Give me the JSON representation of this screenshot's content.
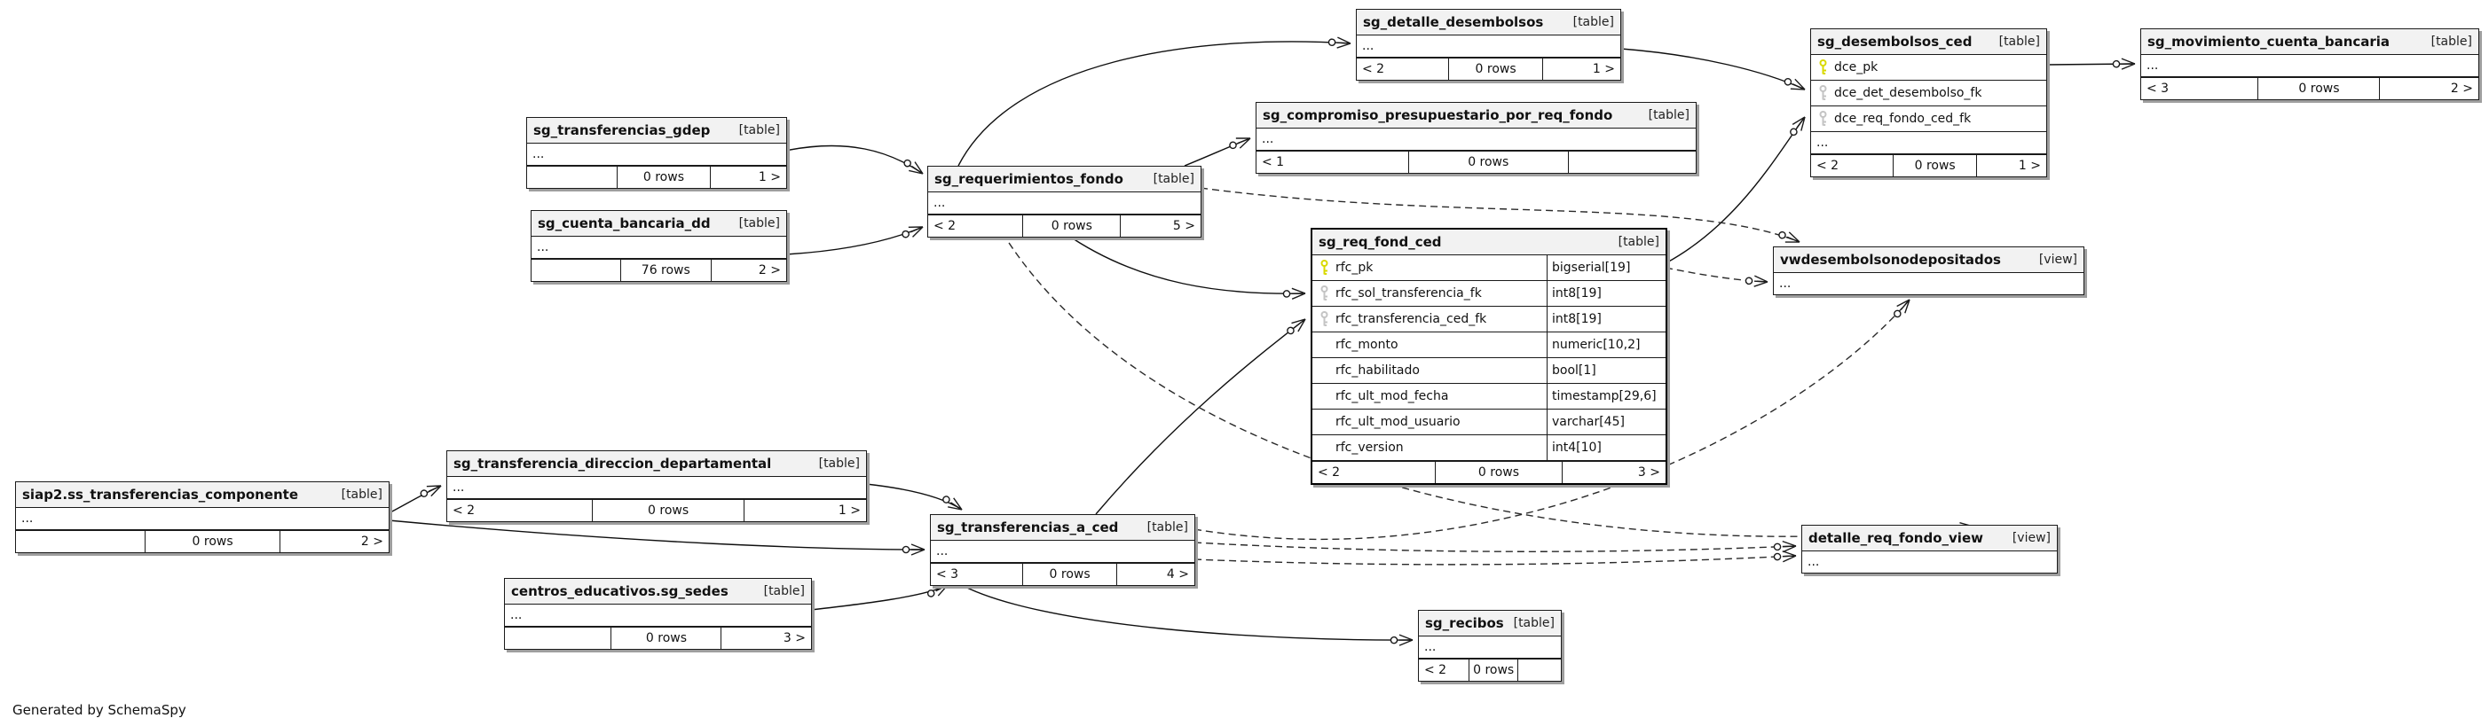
{
  "diagram": {
    "generator_note": "Generated by SchemaSpy",
    "colors": {
      "primary_key": "#d9d900",
      "foreign_key": "#c4c4c4",
      "header_bg": "#f2f2f2",
      "border": "#1a1a1a",
      "shadow": "#9e9e9e"
    },
    "nodes": [
      {
        "id": "sg_detalle_desembolsos",
        "title": "sg_detalle_desembolsos",
        "badge": "[table]",
        "ellipsis": "...",
        "footer": {
          "left": "< 2",
          "center": "0 rows",
          "right": "1 >"
        }
      },
      {
        "id": "sg_desembolsos_ced",
        "title": "sg_desembolsos_ced",
        "badge": "[table]",
        "columns": [
          {
            "name": "dce_pk",
            "key": "pk"
          },
          {
            "name": "dce_det_desembolso_fk",
            "key": "fk"
          },
          {
            "name": "dce_req_fondo_ced_fk",
            "key": "fk"
          }
        ],
        "ellipsis": "...",
        "footer": {
          "left": "< 2",
          "center": "0 rows",
          "right": "1 >"
        }
      },
      {
        "id": "sg_movimiento_cuenta_bancaria",
        "title": "sg_movimiento_cuenta_bancaria",
        "badge": "[table]",
        "ellipsis": "...",
        "footer": {
          "left": "< 3",
          "center": "0 rows",
          "right": "2 >"
        }
      },
      {
        "id": "sg_compromiso_presupuestario_por_req_fondo",
        "title": "sg_compromiso_presupuestario_por_req_fondo",
        "badge": "[table]",
        "ellipsis": "...",
        "footer": {
          "left": "< 1",
          "center": "0 rows",
          "right": ""
        }
      },
      {
        "id": "sg_transferencias_gdep",
        "title": "sg_transferencias_gdep",
        "badge": "[table]",
        "ellipsis": "...",
        "footer": {
          "left": "",
          "center": "0 rows",
          "right": "1 >"
        }
      },
      {
        "id": "sg_cuenta_bancaria_dd",
        "title": "sg_cuenta_bancaria_dd",
        "badge": "[table]",
        "ellipsis": "...",
        "footer": {
          "left": "",
          "center": "76 rows",
          "right": "2 >"
        }
      },
      {
        "id": "sg_requerimientos_fondo",
        "title": "sg_requerimientos_fondo",
        "badge": "[table]",
        "ellipsis": "...",
        "footer": {
          "left": "< 2",
          "center": "0 rows",
          "right": "5 >"
        }
      },
      {
        "id": "sg_req_fond_ced",
        "title": "sg_req_fond_ced",
        "badge": "[table]",
        "focal": true,
        "columns": [
          {
            "name": "rfc_pk",
            "type": "bigserial[19]",
            "key": "pk"
          },
          {
            "name": "rfc_sol_transferencia_fk",
            "type": "int8[19]",
            "key": "fk"
          },
          {
            "name": "rfc_transferencia_ced_fk",
            "type": "int8[19]",
            "key": "fk"
          },
          {
            "name": "rfc_monto",
            "type": "numeric[10,2]"
          },
          {
            "name": "rfc_habilitado",
            "type": "bool[1]"
          },
          {
            "name": "rfc_ult_mod_fecha",
            "type": "timestamp[29,6]"
          },
          {
            "name": "rfc_ult_mod_usuario",
            "type": "varchar[45]"
          },
          {
            "name": "rfc_version",
            "type": "int4[10]"
          }
        ],
        "footer": {
          "left": "< 2",
          "center": "0 rows",
          "right": "3 >"
        }
      },
      {
        "id": "vwdesembolsonodepositados",
        "title": "vwdesembolsonodepositados",
        "badge": "[view]",
        "ellipsis": "..."
      },
      {
        "id": "siap2.ss_transferencias_componente",
        "title": "siap2.ss_transferencias_componente",
        "badge": "[table]",
        "ellipsis": "...",
        "footer": {
          "left": "",
          "center": "0 rows",
          "right": "2 >"
        }
      },
      {
        "id": "sg_transferencia_direccion_departamental",
        "title": "sg_transferencia_direccion_departamental",
        "badge": "[table]",
        "ellipsis": "...",
        "footer": {
          "left": "< 2",
          "center": "0 rows",
          "right": "1 >"
        }
      },
      {
        "id": "sg_transferencias_a_ced",
        "title": "sg_transferencias_a_ced",
        "badge": "[table]",
        "ellipsis": "...",
        "footer": {
          "left": "< 3",
          "center": "0 rows",
          "right": "4 >"
        }
      },
      {
        "id": "centros_educativos.sg_sedes",
        "title": "centros_educativos.sg_sedes",
        "badge": "[table]",
        "ellipsis": "...",
        "footer": {
          "left": "",
          "center": "0 rows",
          "right": "3 >"
        }
      },
      {
        "id": "detalle_req_fondo_view",
        "title": "detalle_req_fondo_view",
        "badge": "[view]",
        "ellipsis": "..."
      },
      {
        "id": "sg_recibos",
        "title": "sg_recibos",
        "badge": "[table]",
        "ellipsis": "...",
        "footer": {
          "left": "< 2",
          "center": "0 rows",
          "right": ""
        }
      }
    ],
    "edges": [
      {
        "id": "e1",
        "from": "sg_transferencias_gdep",
        "to": "sg_requerimientos_fondo",
        "style": "solid"
      },
      {
        "id": "e2",
        "from": "sg_cuenta_bancaria_dd",
        "to": "sg_requerimientos_fondo",
        "style": "solid"
      },
      {
        "id": "e3",
        "from": "sg_requerimientos_fondo",
        "to": "sg_detalle_desembolsos",
        "style": "solid"
      },
      {
        "id": "e4",
        "from": "sg_requerimientos_fondo",
        "to": "sg_compromiso_presupuestario_por_req_fondo",
        "style": "solid"
      },
      {
        "id": "e5",
        "from": "sg_requerimientos_fondo",
        "to": "sg_req_fond_ced.rfc_sol_transferencia_fk",
        "style": "solid"
      },
      {
        "id": "e6",
        "from": "sg_transferencias_a_ced",
        "to": "sg_req_fond_ced.rfc_transferencia_ced_fk",
        "style": "solid"
      },
      {
        "id": "e7",
        "from": "sg_detalle_desembolsos",
        "to": "sg_desembolsos_ced.dce_det_desembolso_fk",
        "style": "solid"
      },
      {
        "id": "e8",
        "from": "sg_req_fond_ced.rfc_pk",
        "to": "sg_desembolsos_ced.dce_req_fondo_ced_fk",
        "style": "solid"
      },
      {
        "id": "e9",
        "from": "sg_desembolsos_ced.dce_pk",
        "to": "sg_movimiento_cuenta_bancaria",
        "style": "solid"
      },
      {
        "id": "e10",
        "from": "sg_requerimientos_fondo",
        "to": "vwdesembolsonodepositados",
        "style": "dashed"
      },
      {
        "id": "e11",
        "from": "sg_req_fond_ced.rfc_pk",
        "to": "vwdesembolsonodepositados",
        "style": "dashed"
      },
      {
        "id": "e12",
        "from": "sg_requerimientos_fondo",
        "to": "detalle_req_fondo_view",
        "style": "dashed"
      },
      {
        "id": "e13",
        "from": "sg_transferencias_a_ced",
        "to": "detalle_req_fondo_view",
        "style": "dashed"
      },
      {
        "id": "e14",
        "from": "sg_transferencias_a_ced",
        "to": "detalle_req_fondo_view",
        "style": "dashed"
      },
      {
        "id": "e15",
        "from": "sg_transferencias_a_ced",
        "to": "vwdesembolsonodepositados",
        "style": "dashed"
      },
      {
        "id": "e16",
        "from": "siap2.ss_transferencias_componente",
        "to": "sg_transferencias_a_ced",
        "style": "solid"
      },
      {
        "id": "e17",
        "from": "siap2.ss_transferencias_componente",
        "to": "sg_transferencia_direccion_departamental",
        "style": "solid"
      },
      {
        "id": "e18",
        "from": "sg_transferencia_direccion_departamental",
        "to": "sg_transferencias_a_ced",
        "style": "solid"
      },
      {
        "id": "e19",
        "from": "centros_educativos.sg_sedes",
        "to": "sg_transferencias_a_ced",
        "style": "solid"
      },
      {
        "id": "e20",
        "from": "sg_transferencias_a_ced",
        "to": "sg_recibos",
        "style": "solid"
      }
    ]
  }
}
